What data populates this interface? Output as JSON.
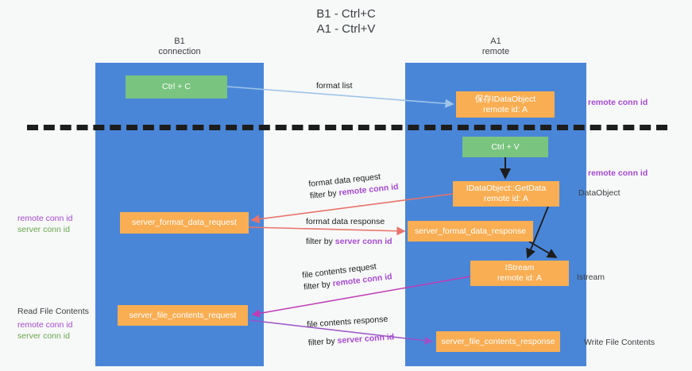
{
  "title": {
    "line1": "B1 - Ctrl+C",
    "line2": "A1 - Ctrl+V"
  },
  "lanes": [
    {
      "id": "b1",
      "name": "B1",
      "subtitle": "connection"
    },
    {
      "id": "a1",
      "name": "A1",
      "subtitle": "remote"
    }
  ],
  "nodes": {
    "ctrl_c": {
      "label": "Ctrl + C",
      "color": "#79c47f"
    },
    "save_idataobject": {
      "line1": "保存IDataObject",
      "line2": "remote id: A",
      "color": "#f9ae53"
    },
    "ctrl_v": {
      "label": "Ctrl + V",
      "color": "#79c47f"
    },
    "getdata": {
      "line1": "IDataObject::GetData",
      "line2": "remote id: A",
      "color": "#f9ae53"
    },
    "server_format_data_request": {
      "label": "server_format_data_request",
      "color": "#f9ae53"
    },
    "server_format_data_response": {
      "label": "server_format_data_response",
      "color": "#f9ae53"
    },
    "istream": {
      "line1": "IStream",
      "line2": "remote id: A",
      "color": "#f9ae53"
    },
    "server_file_contents_request": {
      "label": "server_file_contents_request",
      "color": "#f9ae53"
    },
    "server_file_contents_response": {
      "label": "server_file_contents_response",
      "color": "#f9ae53"
    }
  },
  "edges": {
    "format_list": {
      "label": "format list"
    },
    "format_data_request": {
      "line1": "format data request",
      "filter_prefix": "filter by ",
      "filter_key": "remote conn id"
    },
    "format_data_response": {
      "line1": "format data response",
      "filter_prefix": "filter by ",
      "filter_key": "server conn id"
    },
    "file_contents_request": {
      "line1": "file contents request",
      "filter_prefix": "filter by ",
      "filter_key": "remote conn id"
    },
    "file_contents_response": {
      "line1": "file contents response",
      "filter_prefix": "filter by ",
      "filter_key": "server conn id"
    }
  },
  "annotations": {
    "remote_conn_id_top": "remote conn id",
    "remote_conn_id_mid": "remote conn id",
    "dataobject": "DataObject",
    "istream": "Istream",
    "write_file_contents": "Write File Contents",
    "read_file_contents": "Read File Contents",
    "left_remote_conn_id_1": "remote conn id",
    "left_server_conn_id_1": "server conn id",
    "left_remote_conn_id_2": "remote conn id",
    "left_server_conn_id_2": "server conn id"
  },
  "colors": {
    "lane": "#4a86d8",
    "green_box": "#79c47f",
    "orange_box": "#f9ae53",
    "purple": "#a64ad0",
    "green_text": "#6aa84f",
    "arrow_blue": "#9fc5e8",
    "arrow_red": "#e8736a",
    "arrow_magenta": "#c13bb5",
    "arrow_purple": "#9b52c9",
    "arrow_black": "#1d1d1d",
    "background": "#f7f8f8"
  }
}
